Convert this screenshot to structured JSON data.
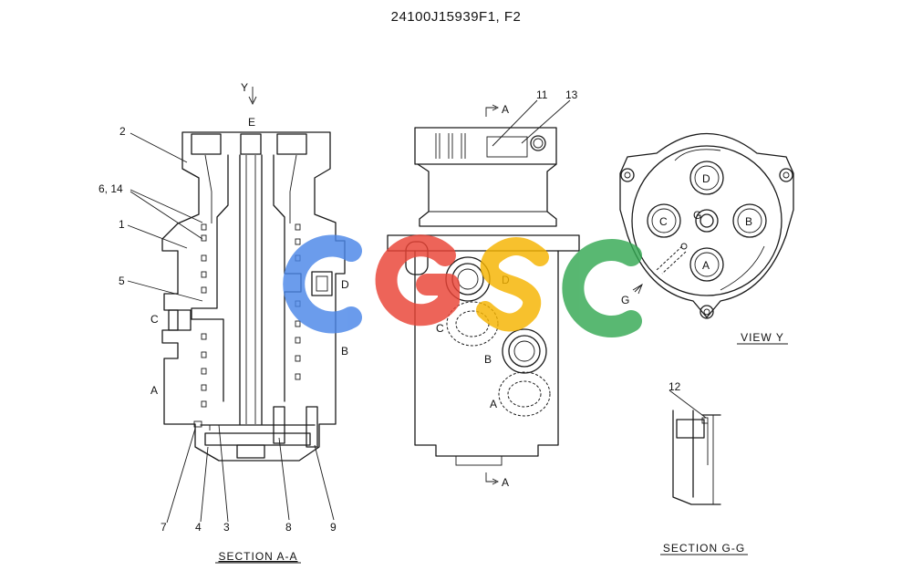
{
  "drawing": {
    "title": "24100J15939F1, F2",
    "captions": {
      "section_aa": "SECTION A-A",
      "view_y": "VIEW Y",
      "section_gg": "SECTION G-G"
    },
    "callouts": {
      "y_arrow": "Y",
      "e": "E",
      "c_left": "C",
      "a_left": "A",
      "d_left": "D",
      "b_left": "B",
      "p2": "2",
      "p614": "6, 14",
      "p1": "1",
      "p5": "5",
      "p7": "7",
      "p4": "4",
      "p3": "3",
      "p8": "8",
      "p9": "9",
      "mid_a_top": "A",
      "mid_a_bottom": "A",
      "p11": "11",
      "p13": "13",
      "mid_d": "D",
      "mid_c": "C",
      "mid_b": "B",
      "mid_a": "A",
      "vy_d": "D",
      "vy_c": "C",
      "vy_g": "G",
      "vy_b": "B",
      "vy_a": "A",
      "vy_g_arrow": "G",
      "p12": "12"
    }
  },
  "watermark": {
    "letters": [
      "C",
      "G",
      "S",
      "C"
    ],
    "colors": [
      "#4a86e8",
      "#ea4335",
      "#f6b400",
      "#34a853"
    ]
  }
}
